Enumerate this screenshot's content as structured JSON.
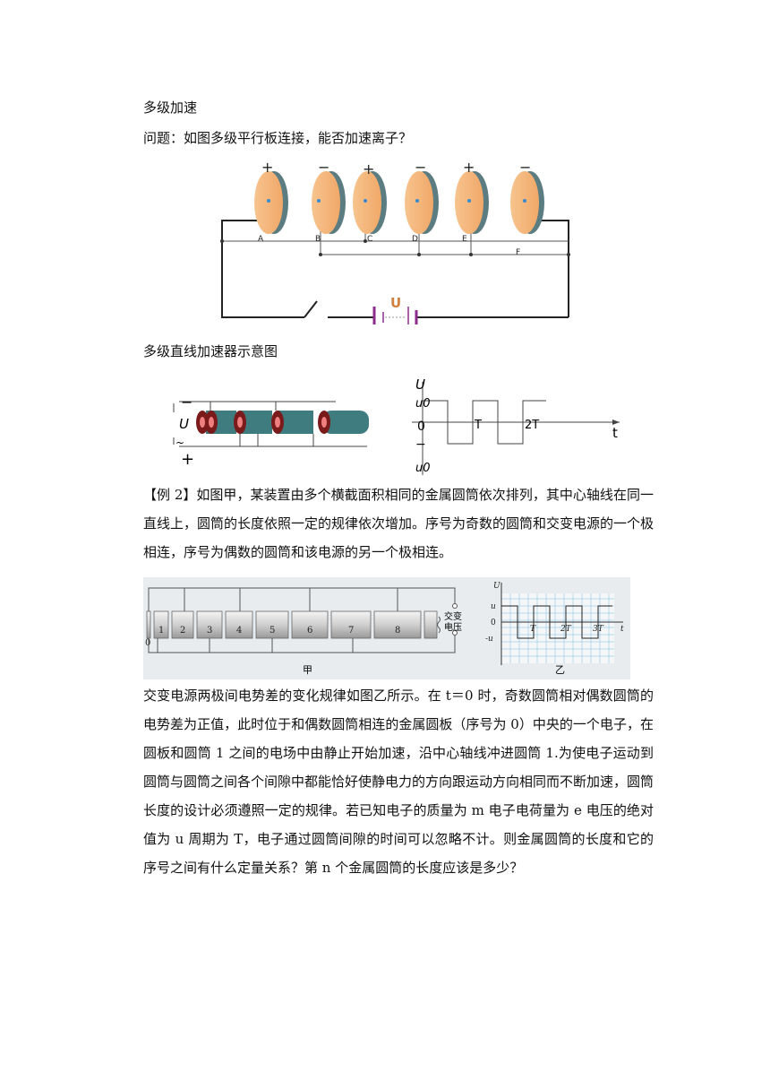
{
  "heading": "多级加速",
  "question": "问题：如图多级平行板连接，能否加速离子？",
  "fig1": {
    "plate_signs": [
      "+",
      "−",
      "+",
      "−",
      "+",
      "−"
    ],
    "plate_labels": [
      "A",
      "B",
      "C",
      "D",
      "E",
      "F"
    ],
    "source_label": "U"
  },
  "caption1": "多级直线加速器示意图",
  "fig2": {
    "left": {
      "minus": "−",
      "plus": "+",
      "u_label": "U",
      "tilde": "~"
    },
    "right": {
      "y_axis": "U",
      "u0_top": "u0",
      "u0_bottom": "u0",
      "zero": "0",
      "minus": "−",
      "t_axis": "t",
      "tick_T": "T",
      "tick_2T": "2T",
      "square_wave_levels": [
        1,
        -1
      ],
      "period_label": "T"
    }
  },
  "example": "【例 2】如图甲，某装置由多个横截面积相同的金属圆筒依次排列，其中心轴线在同一直线上，圆筒的长度依照一定的规律依次增加。序号为奇数的圆筒和交变电源的一个极相连，序号为偶数的圆筒和该电源的另一个极相连。",
  "fig3": {
    "tubes": [
      "1",
      "2",
      "3",
      "4",
      "5",
      "6",
      "7",
      "8"
    ],
    "plate_label": "0",
    "source_label_1": "交变",
    "source_label_2": "电压",
    "caption_left": "甲",
    "caption_right": "乙",
    "graph": {
      "y_axis": "U",
      "u_pos": "u",
      "zero": "0",
      "u_neg": "-u",
      "t_axis": "t",
      "ticks": [
        "T",
        "2T",
        "3T"
      ]
    }
  },
  "body_text": "交变电源两极间电势差的变化规律如图乙所示。在 t＝0 时，奇数圆筒相对偶数圆筒的电势差为正值，此时位于和偶数圆筒相连的金属圆板（序号为 0）中央的一个电子，在圆板和圆筒 1 之间的电场中由静止开始加速，沿中心轴线冲进圆筒 1.为使电子运动到圆筒与圆筒之间各个间隙中都能恰好使静电力的方向跟运动方向相同而不断加速，圆筒长度的设计必须遵照一定的规律。若已知电子的质量为 m 电子电荷量为 e 电压的绝对值为 u 周期为 T，电子通过圆筒间隙的时间可以忽略不计。则金属圆筒的长度和它的序号之间有什么定量关系？第 n 个金属圆筒的长度应该是多少？"
}
